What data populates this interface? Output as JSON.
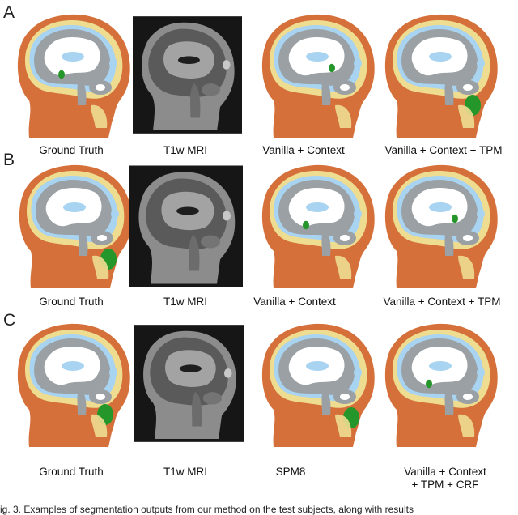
{
  "colors": {
    "skin": "#d5703a",
    "skull": "#eedc91",
    "csf": "#a8d4f2",
    "grey_matter": "#9aa0a3",
    "white_matter": "#ffffff",
    "lesion": "#24962a",
    "error": "#050505",
    "mri_bg": "#161616"
  },
  "rows": [
    {
      "letter": "A",
      "captions": [
        "Ground Truth",
        "T1w MRI",
        "Vanilla + Context",
        "Vanilla + Context + TPM"
      ]
    },
    {
      "letter": "B",
      "captions": [
        "Ground Truth",
        "T1w MRI",
        "Vanilla + Context",
        "Vanilla + Context + TPM"
      ]
    },
    {
      "letter": "C",
      "captions": [
        "Ground Truth",
        "T1w MRI",
        "SPM8",
        "Vanilla + Context\n+ TPM + CRF"
      ]
    }
  ],
  "footer": "ig. 3. Examples of segmentation outputs from our method on the test subjects, along with results"
}
